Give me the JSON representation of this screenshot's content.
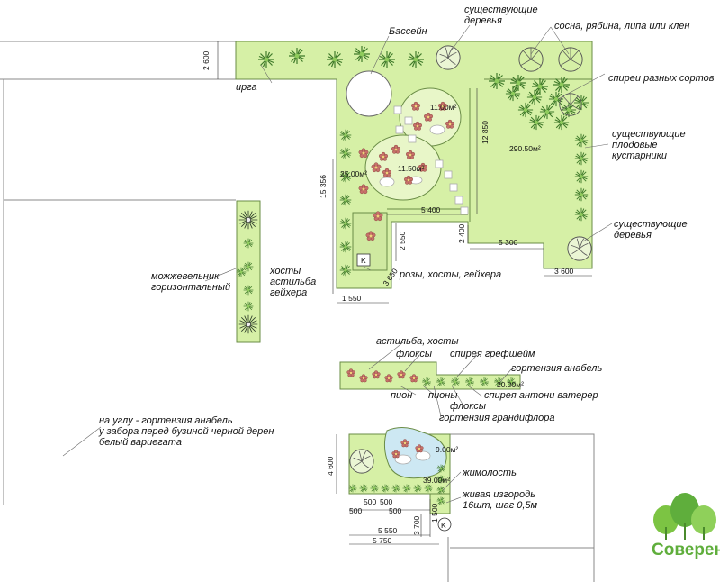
{
  "labels": {
    "irga": "ирга",
    "pool": "Бассейн",
    "existing_trees_top": "существующие деревья",
    "pine": "сосна, рябина, липа или клен",
    "spirea": "спиреи разных сортов",
    "existing_shrubs": "существующие плодовые кустарники",
    "existing_trees_right": "существующие деревья",
    "juniper": "можжевельник горизонтальный",
    "hostas_group": "хосты астильба гейхера",
    "roses": "розы, хосты, гейхера",
    "astilbe_hosta": "астильба, хосты",
    "phlox1": "флоксы",
    "spirea_grefsheim": "спирея грефшейм",
    "hydrangea_annabelle": "гортензия анабель",
    "peony1": "пион",
    "peonies": "пионы",
    "spirea_anthony": "спирея антони ватерер",
    "phlox2": "флоксы",
    "hydrangea_grandiflora": "гортензия грандифлора",
    "corner_note": "на углу - гортензия анабель у забора перед бузиной черной дерен белый вариегата",
    "honeysuckle": "жимолость",
    "hedge": "живая изгородь 16шт, шаг 0,5м"
  },
  "areas": {
    "a1": "11.00м²",
    "a2": "11.50м²",
    "a3": "25.00м²",
    "a4": "290.50м²",
    "a5": "20.00м²",
    "a6": "9.00м²",
    "a7": "39.00м²"
  },
  "dims": {
    "d2600": "2 600",
    "d15356": "15 356",
    "d12850": "12 850",
    "d5400": "5 400",
    "d2550": "2 550",
    "d3650": "3 650",
    "d1550": "1 550",
    "d2400": "2 400",
    "d5300": "5 300",
    "d3600": "3 600",
    "d4600": "4 600",
    "d500a": "500",
    "d500b": "500",
    "d500c": "500",
    "d500d": "500",
    "d1500": "1 500",
    "d3700": "3 700",
    "d5550": "5 550",
    "d5750": "5 750"
  },
  "markers": {
    "k1": "K",
    "k2": "K"
  },
  "logo": {
    "name": "Соверен"
  },
  "colors": {
    "lawn": "#d6f0a6",
    "outline": "#6a8c46",
    "water": "#cde8f3",
    "plant": "#5a9a3a",
    "flower": "#d89a8a",
    "logo": "#5fae3c"
  }
}
